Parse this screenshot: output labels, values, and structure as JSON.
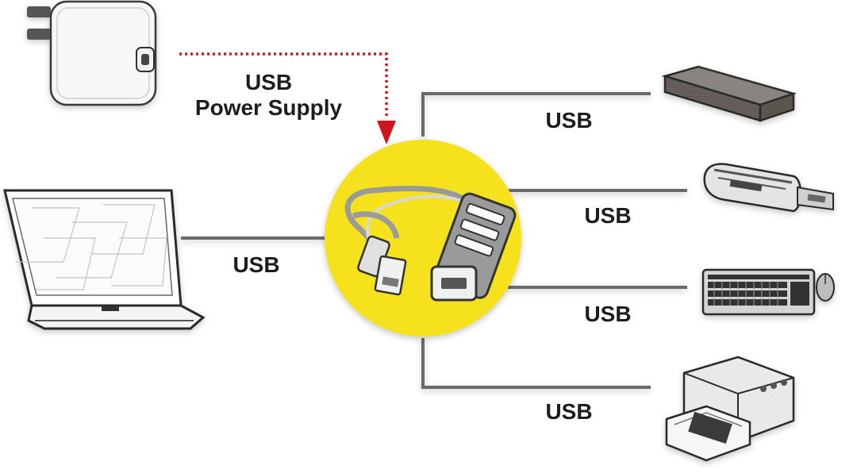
{
  "colors": {
    "hub_circle": "#f5e21a",
    "wire": "#6a6a6a",
    "power_arrow": "#d0161c",
    "label_text": "#1d1d1d"
  },
  "labels": {
    "power_line1": "USB",
    "power_line2": "Power Supply",
    "laptop": "USB",
    "hard_drive": "USB",
    "card_reader": "USB",
    "keyboard": "USB",
    "printer": "USB"
  },
  "icons": {
    "charger": "usb-c-power-adapter-icon",
    "laptop": "laptop-icon",
    "hub": "usb-hub-icon",
    "hard_drive": "external-hard-drive-icon",
    "card_reader": "card-reader-icon",
    "keyboard": "keyboard-mouse-icon",
    "printer": "printer-icon"
  }
}
